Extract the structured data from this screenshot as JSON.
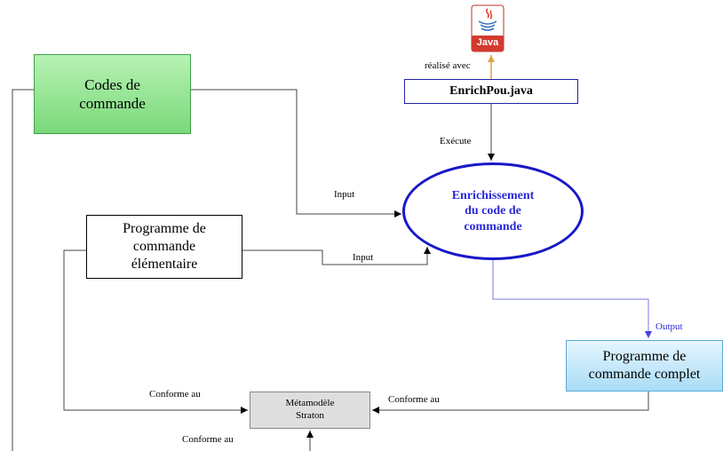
{
  "nodes": {
    "codes_commande": "Codes de\ncommande",
    "programme_elementaire": "Programme de\ncommande\nélémentaire",
    "enrichpou": "EnrichPou.java",
    "enrichissement": "Enrichissement\ndu code de\ncommande",
    "programme_complet": "Programme de\ncommande complet",
    "metamodele": "Métamodèle\nStraton"
  },
  "logo": {
    "java_text": "Java"
  },
  "edges": {
    "realise_avec": "réalisé avec",
    "execute": "Exécute",
    "input_codes": "Input",
    "input_prog": "Input",
    "output": "Output",
    "conforme_left": "Conforme au",
    "conforme_right": "Conforme au",
    "conforme_bottom": "Conforme au"
  },
  "colors": {
    "codes_fill": "#7ad97a",
    "complet_fill": "#a9dcf6",
    "enrich_stroke": "#1818c8",
    "output_stroke": "#7a7ae8",
    "java_arrow": "#d9a441"
  }
}
